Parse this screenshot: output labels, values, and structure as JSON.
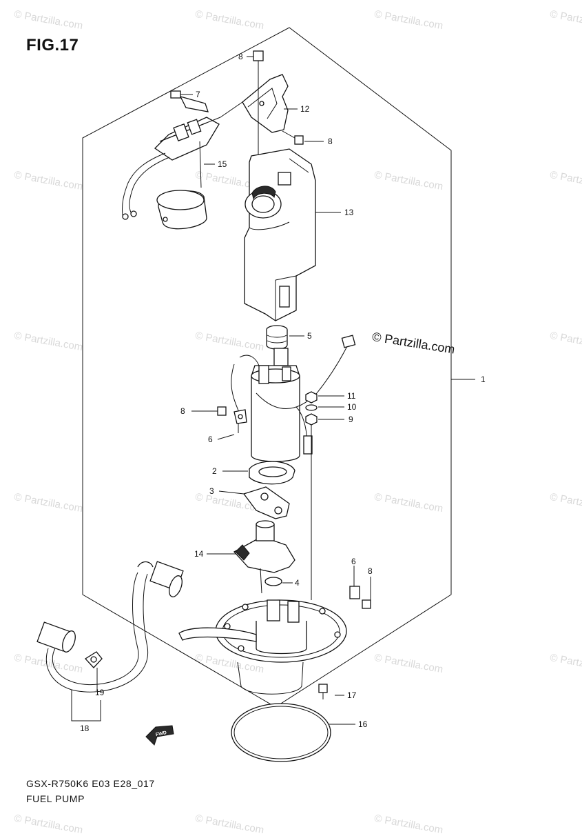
{
  "figure": {
    "title": "FIG.17",
    "model_code": "GSX-R750K6 E03 E28_017",
    "subtitle": "FUEL PUMP",
    "copyright": "© Partzilla.com",
    "watermark": "© Partzilla.com",
    "direction_marker": "FWD"
  },
  "callouts": [
    {
      "id": "c1",
      "label": "1"
    },
    {
      "id": "c2",
      "label": "2"
    },
    {
      "id": "c3",
      "label": "3"
    },
    {
      "id": "c4",
      "label": "4"
    },
    {
      "id": "c5",
      "label": "5"
    },
    {
      "id": "c6a",
      "label": "6"
    },
    {
      "id": "c6b",
      "label": "6"
    },
    {
      "id": "c7",
      "label": "7"
    },
    {
      "id": "c8a",
      "label": "8"
    },
    {
      "id": "c8b",
      "label": "8"
    },
    {
      "id": "c8c",
      "label": "8"
    },
    {
      "id": "c8d",
      "label": "8"
    },
    {
      "id": "c9",
      "label": "9"
    },
    {
      "id": "c10",
      "label": "10"
    },
    {
      "id": "c11",
      "label": "11"
    },
    {
      "id": "c12",
      "label": "12"
    },
    {
      "id": "c13",
      "label": "13"
    },
    {
      "id": "c14",
      "label": "14"
    },
    {
      "id": "c15",
      "label": "15"
    },
    {
      "id": "c16",
      "label": "16"
    },
    {
      "id": "c17",
      "label": "17"
    },
    {
      "id": "c18",
      "label": "18"
    },
    {
      "id": "c19",
      "label": "19"
    }
  ]
}
